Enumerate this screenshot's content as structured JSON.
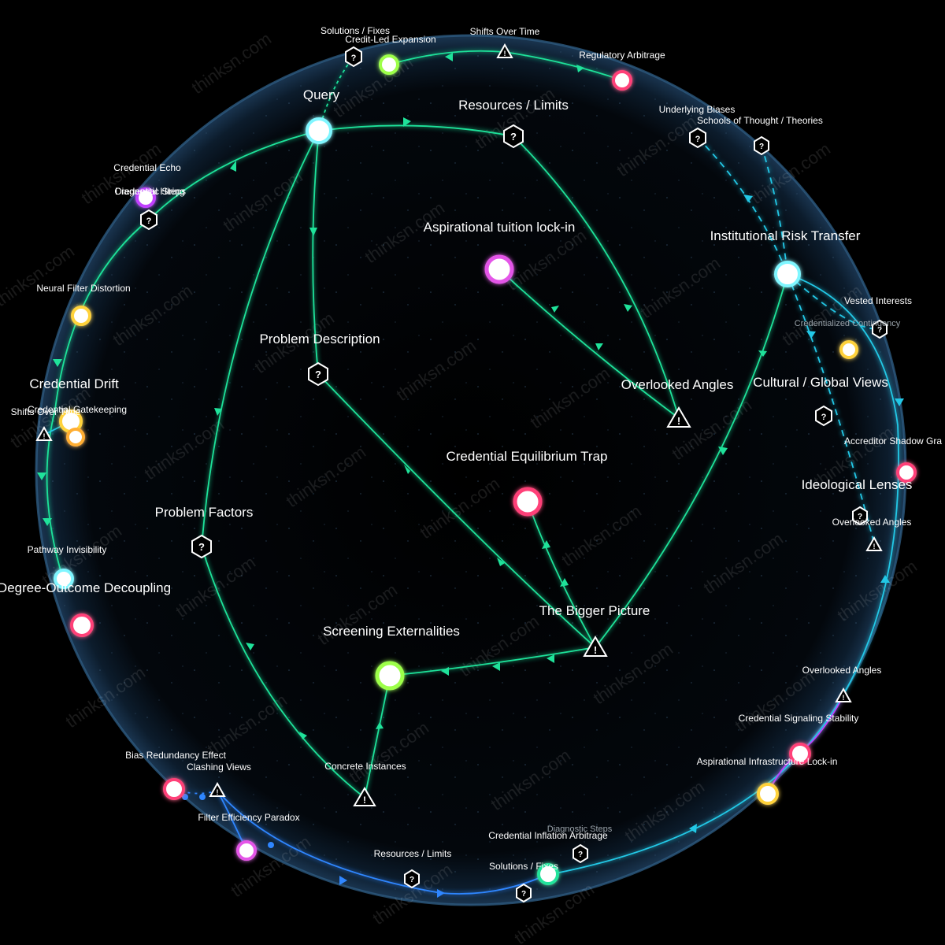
{
  "watermark": "thinksn.com",
  "colors": {
    "background": "#000000",
    "sphere_rim": "#2a4a66",
    "link_green": "#1fe29a",
    "link_cyan": "#22c8e6",
    "link_blue": "#2f86ff",
    "link_purple": "#c040ff",
    "node_magenta": "#e455e8",
    "node_pink": "#ff3f78",
    "node_cyan": "#7ff6ff",
    "node_green": "#9dff4a",
    "node_yellow": "#ffd23a",
    "node_orange": "#ffae33"
  },
  "nodes": {
    "query": "Query",
    "resources_limits": "Resources / Limits",
    "problem_description": "Problem Description",
    "problem_factors": "Problem Factors",
    "aspirational_tuition": "Aspirational tuition lock-in",
    "institutional_risk": "Institutional Risk Transfer",
    "overlooked_angles_center": "Overlooked Angles",
    "cultural_global": "Cultural / Global Views",
    "credential_equilibrium": "Credential Equilibrium Trap",
    "bigger_picture": "The Bigger Picture",
    "screening_externalities": "Screening Externalities",
    "concrete_instances": "Concrete Instances",
    "underlying_biases": "Underlying Biases",
    "schools_of_thought": "Schools of Thought / Theories",
    "diagnostic_steps": "Diagnostic Steps",
    "credential_echo": "Credential Echo",
    "credential_hiring": "Credential Hiring",
    "neural_filter": "Neural Filter Distortion",
    "credential_drift": "Credential Drift",
    "shifts_over_time_left": "Shifts Over Time",
    "credential_gatekeeping": "Credential Gatekeeping",
    "pathway_invisibility": "Pathway Invisibility",
    "degree_outcome": "Degree-Outcome Decoupling",
    "bias_redundancy": "Bias Redundancy Effect",
    "clashing_views": "Clashing Views",
    "filter_efficiency": "Filter Efficiency Paradox",
    "resources_limits_bottom": "Resources / Limits",
    "credential_inflation": "Credential Inflation Arbitrage",
    "diagnostic_steps_bottom": "Diagnostic Steps",
    "solutions_fixes_bottom": "Solutions / Fixes",
    "solutions_fixes_top": "Solutions / Fixes",
    "credit_led": "Credit-Led Expansion",
    "shifts_over_time_top": "Shifts Over Time",
    "regulatory_arbitrage": "Regulatory Arbitrage",
    "vested_interests": "Vested Interests",
    "credentialized_contingency": "Credentialized Contingency",
    "accreditor_shadow": "Accreditor Shadow Gra",
    "ideological_lenses": "Ideological Lenses",
    "overlooked_angles_right": "Overlooked Angles",
    "overlooked_angles_lower": "Overlooked Angles",
    "credential_signaling": "Credential Signaling Stability",
    "aspirational_infrastructure": "Aspirational Infrastructure Lock-in"
  }
}
